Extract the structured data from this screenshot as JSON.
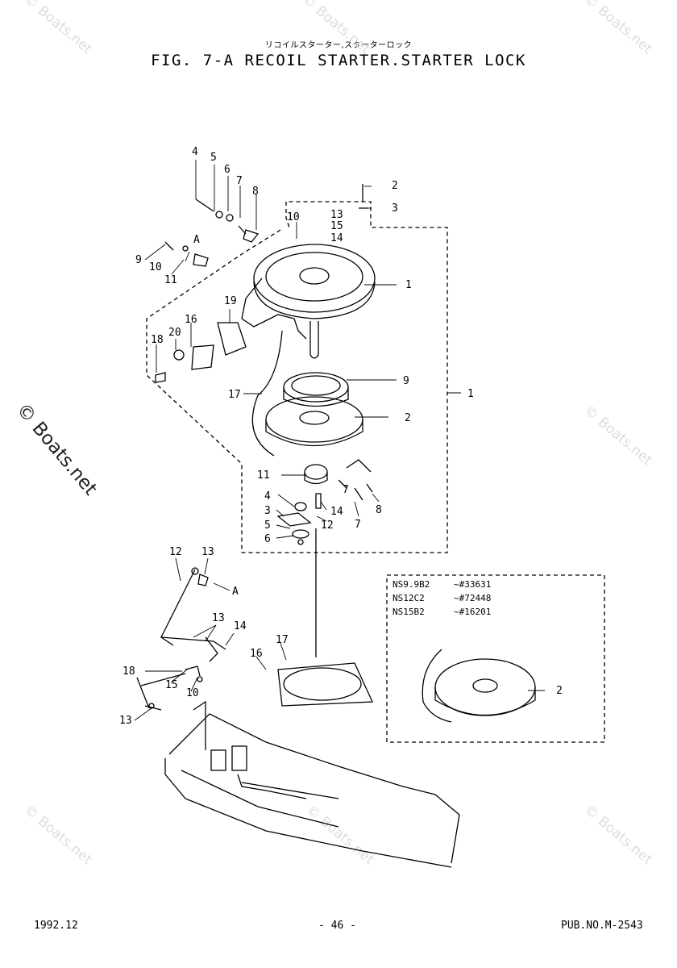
{
  "header": {
    "japanese_title": "リコイルスターター,スターターロック",
    "title": "FIG.  7-A RECOIL STARTER.STARTER LOCK"
  },
  "watermark": {
    "text": "© Boats.net"
  },
  "callouts": {
    "upper": [
      "4",
      "5",
      "6",
      "7",
      "8",
      "10",
      "13",
      "15",
      "14",
      "2",
      "3",
      "1",
      "9",
      "10",
      "11",
      "A",
      "19",
      "16",
      "20",
      "18",
      "17",
      "9",
      "2",
      "1",
      "11",
      "4",
      "3",
      "5",
      "6",
      "14",
      "12",
      "7",
      "8",
      "7"
    ],
    "lower": [
      "12",
      "13",
      "A",
      "13",
      "14",
      "18",
      "15",
      "10",
      "13",
      "16",
      "17"
    ]
  },
  "variant_box": {
    "models": [
      {
        "model": "NS9.9B2",
        "range": "~#33631"
      },
      {
        "model": "NS12C2",
        "range": "~#72448"
      },
      {
        "model": "NS15B2",
        "range": "~#16201"
      }
    ],
    "callout": "2"
  },
  "footer": {
    "date": "1992.12",
    "page": "- 46 -",
    "publication": "PUB.NO.M-2543"
  }
}
